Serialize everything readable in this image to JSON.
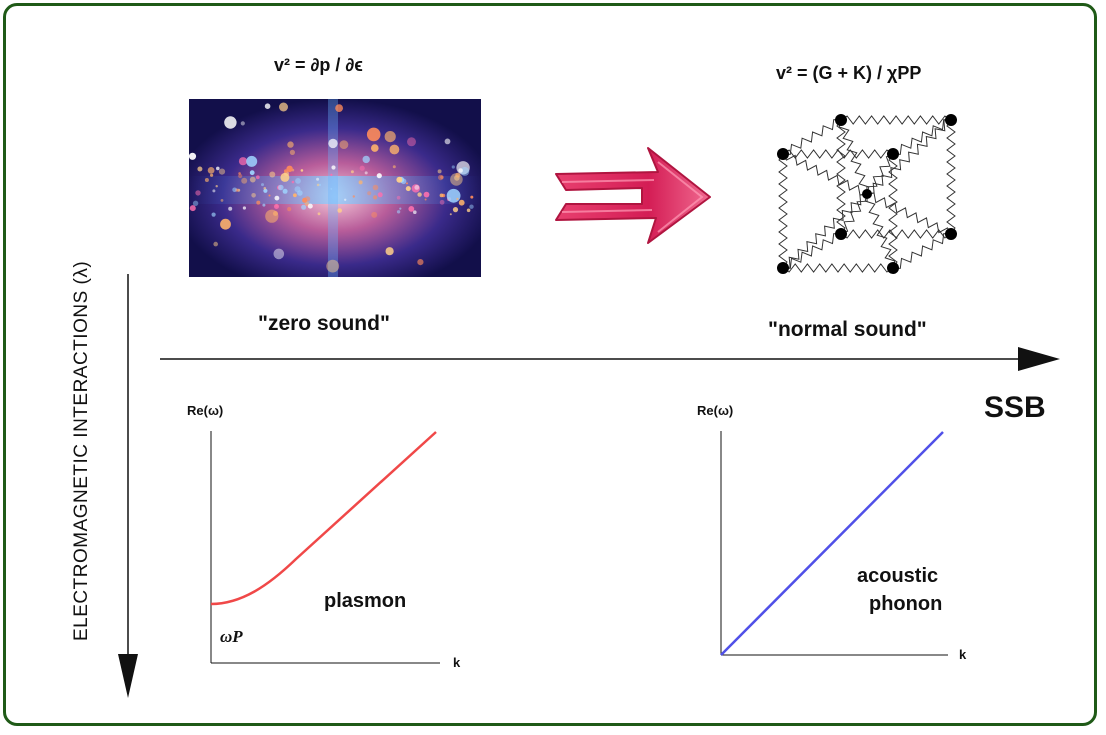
{
  "left_panel": {
    "equation": "v² = ∂p / ∂ϵ",
    "caption": "\"zero sound\"",
    "plot": {
      "ylabel": "Re(ω)",
      "xlabel": "k",
      "curve_label": "plasmon",
      "intercept_label": "ωP",
      "curve_color": "#f04848"
    }
  },
  "right_panel": {
    "equation": "v² = (G + K) / χPP",
    "caption": "\"normal sound\"",
    "plot": {
      "ylabel": "Re(ω)",
      "xlabel": "k",
      "curve_label_line1": "acoustic",
      "curve_label_line2": "phonon",
      "curve_color": "#5050e8"
    }
  },
  "axes": {
    "horizontal_label": "SSB",
    "vertical_label": "ELECTROMAGNETIC INTERACTIONS (λ)"
  },
  "colors": {
    "frame": "#1f5a17",
    "transition_arrow": "#e0245e"
  }
}
